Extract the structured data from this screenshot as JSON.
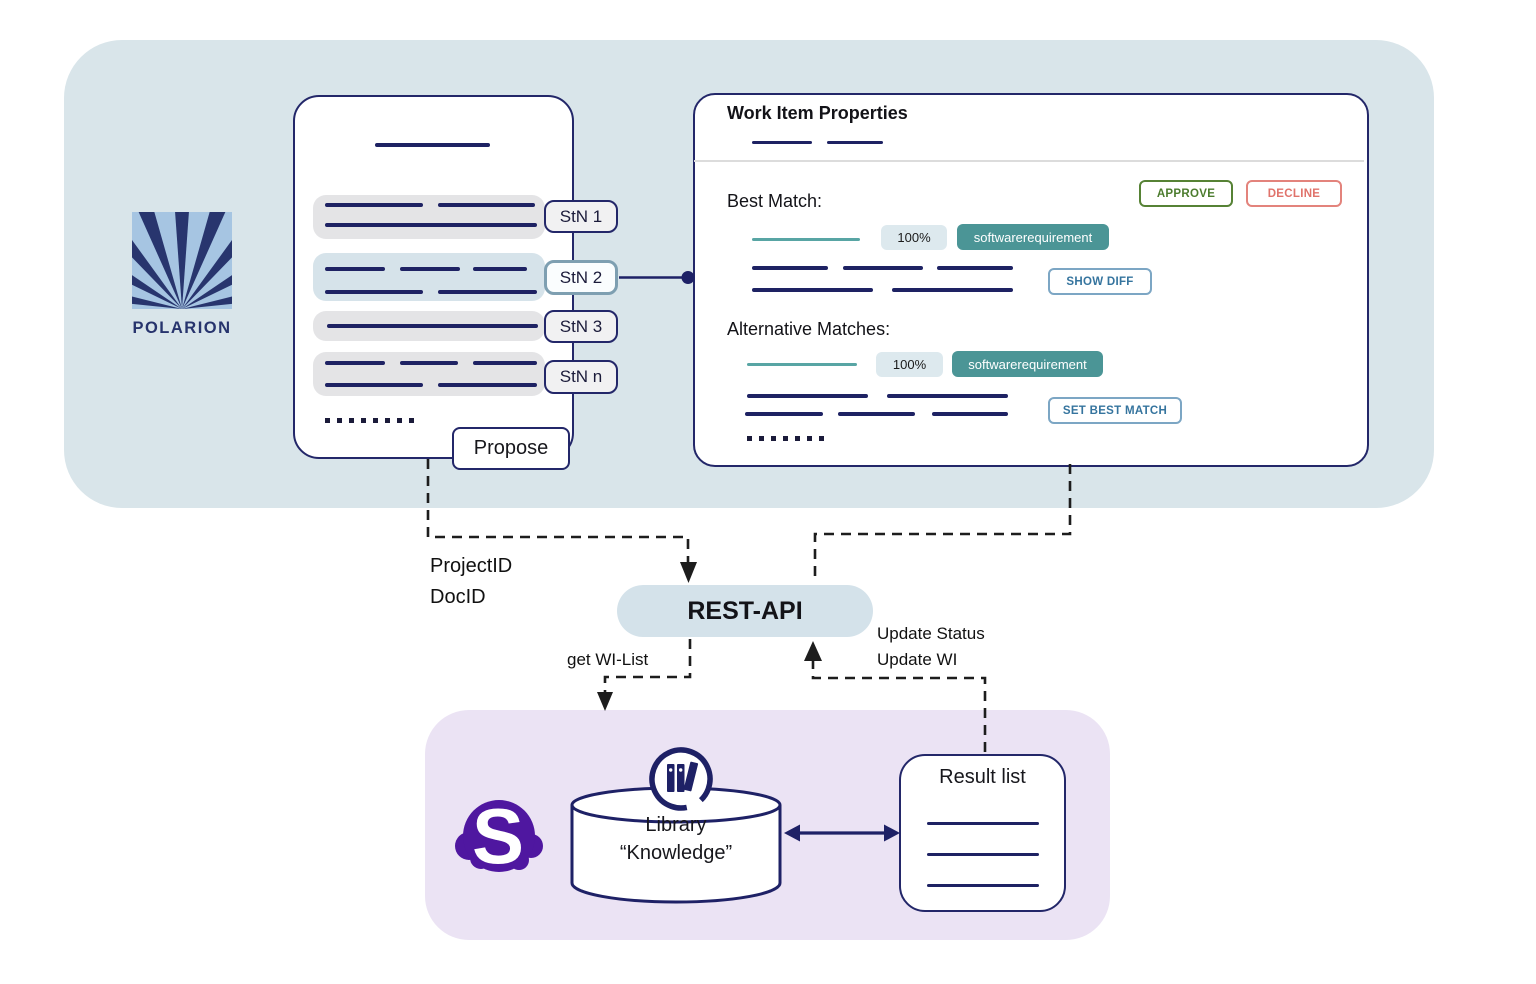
{
  "polarion": {
    "wordmark": "POLARION"
  },
  "doc_card": {
    "stn_tags": [
      "StN 1",
      "StN 2",
      "StN 3",
      "StN n"
    ],
    "selected_tag": "StN 2",
    "propose": "Propose"
  },
  "panel": {
    "title": "Work Item Properties",
    "approve": "APPROVE",
    "decline": "DECLINE",
    "best_match_heading": "Best Match:",
    "alternative_heading": "Alternative Matches:",
    "show_diff": "SHOW DIFF",
    "set_best_match": "SET BEST MATCH",
    "best_match": {
      "score": "100%",
      "type_tag": "softwarerequirement"
    },
    "alternative_match": {
      "score": "100%",
      "type_tag": "softwarerequirement"
    }
  },
  "middleware": {
    "rest_api": "REST-API",
    "project_id": "ProjectID",
    "doc_id": "DocID",
    "get_wi_list": "get WI-List",
    "update_status": "Update Status",
    "update_wi": "Update WI"
  },
  "knowledge_system": {
    "logo_letter": "S",
    "library_name": "Library",
    "library_quote": "“Knowledge”",
    "result_list_title": "Result list"
  },
  "icons": {
    "polarion_logo": "sunburst-icon",
    "library_icon": "books-circle-icon",
    "vendor_logo": "s-cloud-icon"
  },
  "colors": {
    "navy": "#232769",
    "line_navy": "#1e2263",
    "near_black": "#17171c",
    "teal_tag": "#4b9596",
    "teal_line": "#58a5a4",
    "approve_green": "#4c7c2e",
    "decline_red": "#e0736b",
    "action_blue": "#35749e",
    "blue_env_bg": "#d9e5ea",
    "purple_env_bg": "#ebe3f4",
    "rest_pill_bg": "#d4e2ea",
    "logo_purple": "#4f17a0",
    "row_gray": "#e4e4e6",
    "row_blue": "#d6e3ea",
    "badge_bg": "#dde9ee"
  }
}
